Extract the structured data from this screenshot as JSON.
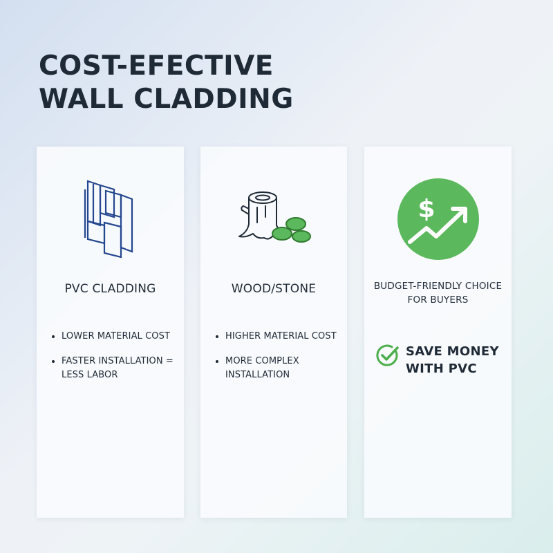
{
  "title": {
    "line1": "COST-EFECTIVE",
    "line2": "WALL CLADDING"
  },
  "cards": [
    {
      "heading": "PVC CLADDING",
      "icon": "pvc-panels-icon",
      "bullets": [
        {
          "line1": "LOWER MATERIAL COST",
          "line2": ""
        },
        {
          "line1": "FASTER INSTALLATION =",
          "line2": "LESS LABOR"
        }
      ]
    },
    {
      "heading": "WOOD/STONE",
      "icon": "tree-stump-stones-icon",
      "bullets": [
        {
          "line1": "HIGHER MATERIAL COST",
          "line2": ""
        },
        {
          "line1": "MORE COMPLEX",
          "line2": "INSTALLATION"
        }
      ]
    },
    {
      "heading_line1": "BUDGET-FRIENDLY CHOICE",
      "heading_line2": "FOR BUYERS",
      "icon": "dollar-growth-icon",
      "icon_symbol": "$",
      "save_line1": "SAVE MONEY",
      "save_line2": "WITH PVC",
      "check_icon": "check-circle-icon"
    }
  ],
  "colors": {
    "text": "#1f2a37",
    "pvc_icon": "#25478f",
    "green": "#5cb85c",
    "green_dark": "#2f7a2f",
    "check": "#4cae4c"
  }
}
